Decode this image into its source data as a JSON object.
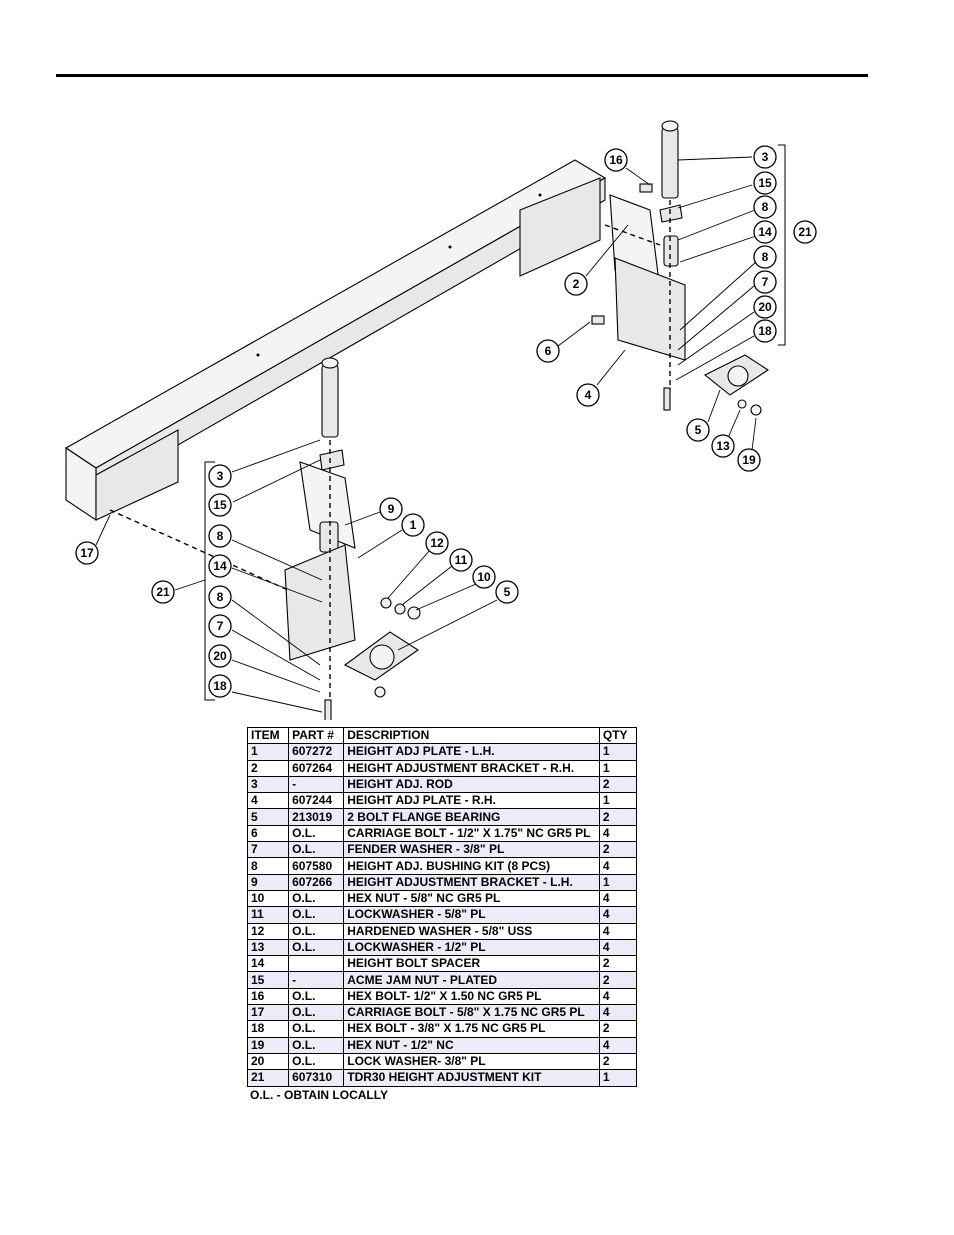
{
  "callouts": {
    "right": [
      "16",
      "3",
      "15",
      "8",
      "2",
      "14",
      "21",
      "8",
      "7",
      "20",
      "18",
      "6",
      "4",
      "5",
      "13",
      "19"
    ],
    "left": [
      "3",
      "9",
      "15",
      "1",
      "17",
      "8",
      "12",
      "11",
      "10",
      "14",
      "21",
      "5",
      "8",
      "7",
      "20",
      "18"
    ]
  },
  "table": {
    "headers": [
      "ITEM",
      "PART #",
      "DESCRIPTION",
      "QTY"
    ],
    "rows": [
      [
        "1",
        "607272",
        "HEIGHT ADJ PLATE - L.H.",
        "1"
      ],
      [
        "2",
        "607264",
        "HEIGHT ADJUSTMENT BRACKET - R.H.",
        "1"
      ],
      [
        "3",
        "-",
        "HEIGHT ADJ. ROD",
        "2"
      ],
      [
        "4",
        "607244",
        "HEIGHT ADJ PLATE - R.H.",
        "1"
      ],
      [
        "5",
        "213019",
        "2 BOLT FLANGE BEARING",
        "2"
      ],
      [
        "6",
        "O.L.",
        "CARRIAGE BOLT - 1/2\" X 1.75\" NC GR5 PL",
        "4"
      ],
      [
        "7",
        "O.L.",
        "FENDER WASHER - 3/8\" PL",
        "2"
      ],
      [
        "8",
        "607580",
        "HEIGHT ADJ. BUSHING KIT (8 PCS)",
        "4"
      ],
      [
        "9",
        "607266",
        "HEIGHT ADJUSTMENT BRACKET - L.H.",
        "1"
      ],
      [
        "10",
        "O.L.",
        "HEX NUT - 5/8\" NC GR5 PL",
        "4"
      ],
      [
        "11",
        "O.L.",
        "LOCKWASHER - 5/8\" PL",
        "4"
      ],
      [
        "12",
        "O.L.",
        "HARDENED WASHER - 5/8\" USS",
        "4"
      ],
      [
        "13",
        "O.L.",
        "LOCKWASHER - 1/2\" PL",
        "4"
      ],
      [
        "14",
        "",
        "HEIGHT BOLT SPACER",
        "2"
      ],
      [
        "15",
        "-",
        "ACME JAM NUT - PLATED",
        "2"
      ],
      [
        "16",
        "O.L.",
        "HEX BOLT- 1/2\" X 1.50 NC GR5 PL",
        "4"
      ],
      [
        "17",
        "O.L.",
        "CARRIAGE BOLT - 5/8\" X 1.75 NC GR5 PL",
        "4"
      ],
      [
        "18",
        "O.L.",
        "HEX BOLT - 3/8\" X 1.75 NC GR5 PL",
        "2"
      ],
      [
        "19",
        "O.L.",
        "HEX NUT - 1/2\" NC",
        "4"
      ],
      [
        "20",
        "O.L.",
        "LOCK WASHER- 3/8\" PL",
        "2"
      ],
      [
        "21",
        "607310",
        "TDR30 HEIGHT ADJUSTMENT KIT",
        "1"
      ]
    ]
  },
  "footnote": "O.L. - OBTAIN LOCALLY"
}
